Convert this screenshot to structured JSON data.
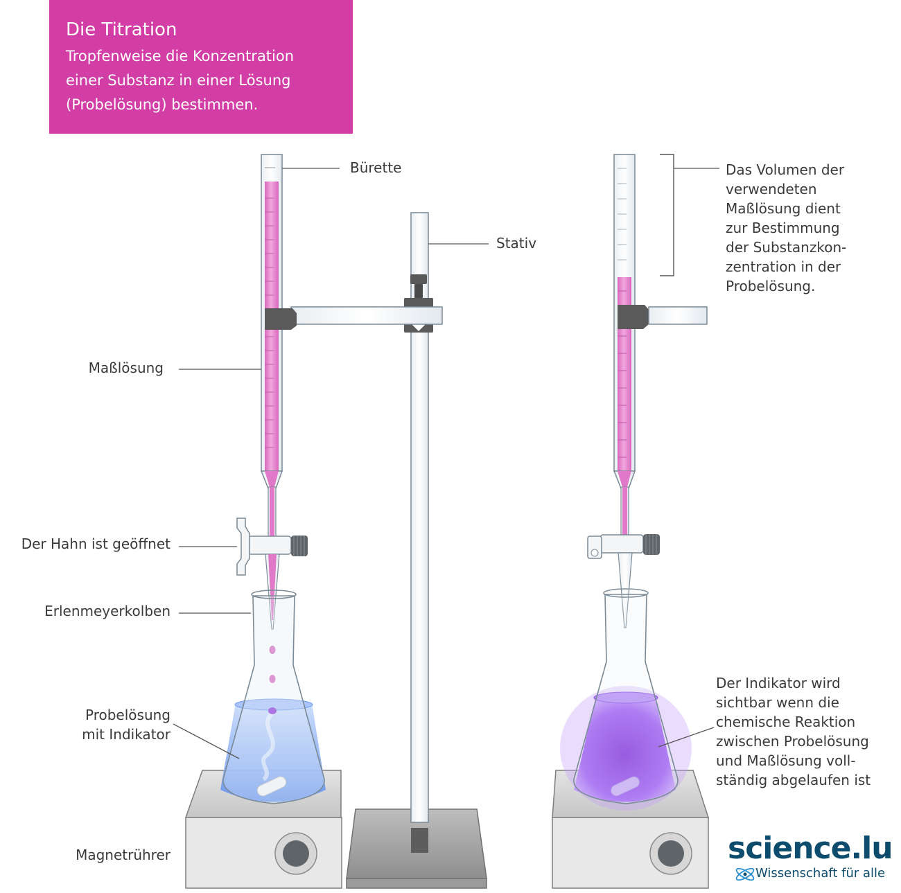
{
  "header": {
    "title": "Die Titration",
    "subtitle_lines": [
      "Tropfenweise die Konzentration",
      "einer Substanz in einer Lösung",
      "(Probelösung) bestimmen."
    ]
  },
  "labels": {
    "burette": "Bürette",
    "stand": "Stativ",
    "titrant": "Maßlösung",
    "stopcock": "Der Hahn ist geöffnet",
    "flask": "Erlenmeyerkolben",
    "sample_line1": "Probelösung",
    "sample_line2": "mit Indikator",
    "stirrer": "Magnetrührer",
    "volume_note": [
      "Das Volumen der",
      "verwendeten",
      "Maßlösung dient",
      "zur Bestimmung",
      "der Substanzkon-",
      "zentration in der",
      "Probelösung."
    ],
    "indicator_note": [
      "Der Indikator wird",
      "sichtbar wenn die",
      "chemische Reaktion",
      "zwischen Probelösung",
      "und Maßlösung voll-",
      "ständig abgelaufen ist"
    ]
  },
  "logo": {
    "word": "science.lu",
    "tagline": "Wissenschaft für alle"
  },
  "colors": {
    "header_bg": "#d23ea6",
    "titrant": "#e07ac8",
    "sample_blue": "#8fb4f7",
    "endpoint_purple": "#9a58f0",
    "logo_blue": "#0e4c6e"
  }
}
